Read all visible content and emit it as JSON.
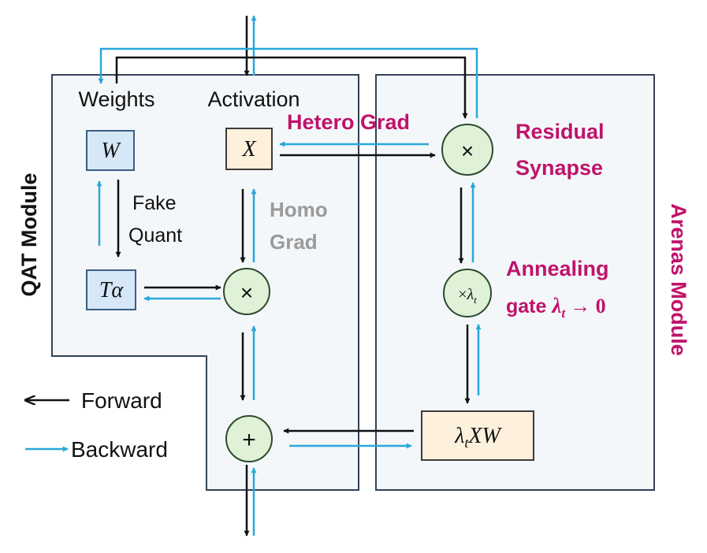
{
  "colors": {
    "forward": "#111111",
    "backward": "#2aa7d9",
    "accent": "#c0136b",
    "gray": "#9a9a9a",
    "panel_fill": "#f4f7fa",
    "panel_stroke": "#334257",
    "param_fill": "#d6e7f7",
    "param_stroke": "#3b5e86",
    "act_fill": "#fdf0dc",
    "act_stroke": "#3b3b3b",
    "op_fill": "#dff2d8",
    "op_stroke": "#2c4a2c"
  },
  "modules": {
    "qat_label": "QAT Module",
    "arenas_label": "Arenas Module"
  },
  "labels": {
    "weights": "Weights",
    "activation": "Activation",
    "fake": "Fake",
    "quant": "Quant",
    "homo": "Homo",
    "grad": "Grad",
    "hetero_grad": "Hetero Grad",
    "residual": "Residual",
    "synapse": "Synapse",
    "annealing": "Annealing",
    "gate": "gate "
  },
  "math": {
    "w": "W",
    "x": "X",
    "t_alpha": "Tα",
    "lambda": "λ",
    "sub_t": "t",
    "xw": "XW",
    "arrow_zero": "→ 0",
    "times": "×",
    "plus": "+"
  },
  "legend": {
    "forward": "Forward",
    "backward": "Backward"
  }
}
